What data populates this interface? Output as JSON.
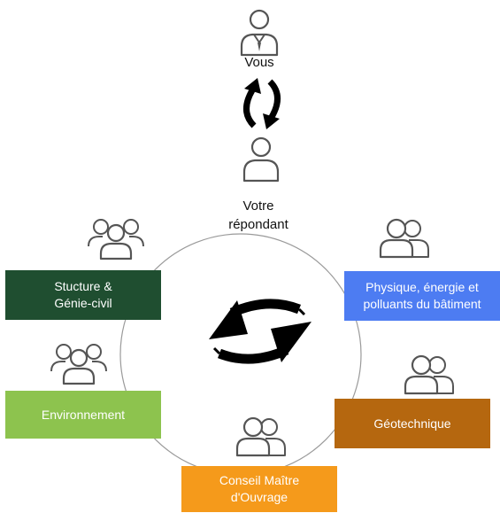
{
  "top": {
    "you_label": "Vous",
    "respondent_label_line1": "Votre",
    "respondent_label_line2": "répondant"
  },
  "teams": [
    {
      "label_line1": "Stucture &",
      "label_line2": "Génie-civil",
      "color": "#1f4e30"
    },
    {
      "label_line1": "Physique, énergie et",
      "label_line2": "polluants du bâtiment",
      "color": "#4d7cf2"
    },
    {
      "label_line1": "Environnement",
      "label_line2": "",
      "color": "#8dc34e"
    },
    {
      "label_line1": "Géotechnique",
      "label_line2": "",
      "color": "#b5670f"
    },
    {
      "label_line1": "Conseil Maître",
      "label_line2": "d'Ouvrage",
      "color": "#f59a1b"
    }
  ],
  "icons": {
    "you": "user-tie-icon",
    "respondent": "user-icon",
    "team": "group-icon",
    "exchange": "refresh-arrows-icon"
  },
  "colors": {
    "circle": "#9a9a9a",
    "icon_stroke": "#555555",
    "arrow": "#000000"
  }
}
